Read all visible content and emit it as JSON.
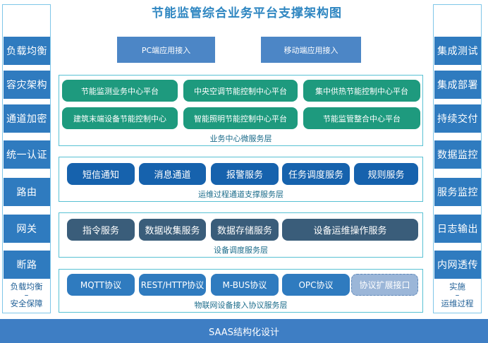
{
  "title": "节能监管综合业务平台支撑架构图",
  "left_column": {
    "items": [
      "负载均衡",
      "容灾架构",
      "通道加密",
      "统一认证",
      "路由",
      "网关",
      "断路"
    ],
    "footer": [
      "负载均衡",
      "–",
      "安全保障"
    ]
  },
  "right_column": {
    "items": [
      "集成测试",
      "集成部署",
      "持续交付",
      "数据监控",
      "服务监控",
      "日志输出",
      "内网透传"
    ],
    "footer": [
      "实施",
      "–",
      "运维过程"
    ]
  },
  "access": [
    "PC端应用接入",
    "移动端应用接入"
  ],
  "business_layer": {
    "label": "业务中心微服务层",
    "items": [
      "节能监测业务中心平台",
      "中央空调节能控制中心平台",
      "集中供热节能控制中心平台",
      "建筑末端设备节能控制中心",
      "智能照明节能控制中心平台",
      "节能监管整合中心平台"
    ]
  },
  "ops_layer": {
    "label": "运维过程通道支撑服务层",
    "items": [
      "短信通知",
      "消息通道",
      "报警服务",
      "任务调度服务",
      "规则服务"
    ]
  },
  "device_layer": {
    "label": "设备调度服务层",
    "items": [
      "指令服务",
      "数据收集服务",
      "数据存储服务",
      "设备运维操作服务"
    ]
  },
  "protocol_layer": {
    "label": "物联网设备接入协议服务层",
    "items": [
      "MQTT协议",
      "REST/HTTP协议",
      "M-BUS协议",
      "OPC协议",
      "协议扩展接口"
    ]
  },
  "bottom_bar": "SAAS结构化设计",
  "colors": {
    "title": "#2e86c1",
    "side_button": "#2f7bbf",
    "business_pill": "#1e9a7e",
    "ops_pill": "#1662ad",
    "device_pill": "#3a5d7a",
    "protocol_pill": "#2f7bbf",
    "layer_border": "#58c1d3",
    "bottom_bar": "#3e7ec4"
  }
}
